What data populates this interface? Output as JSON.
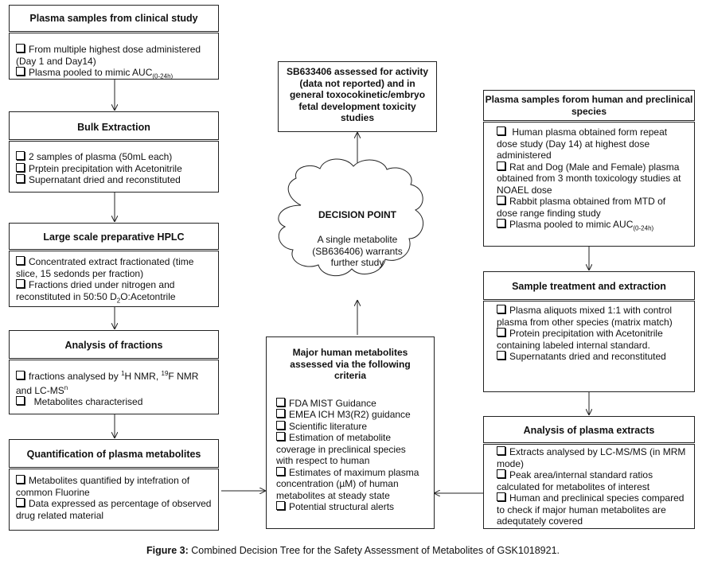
{
  "left": {
    "b1": {
      "title": "Plasma samples from clinical study",
      "items": [
        "From multiple highest dose administered (Day 1 and Day14)",
        "Plasma pooled to mimic AUC"
      ],
      "auc_sub": "(0-24h)"
    },
    "b2": {
      "title": "Bulk Extraction",
      "items": [
        "2 samples of plasma (50mL each)",
        "Prptein precipitation with Acetonitrile",
        "Supernatant dried and reconstituted"
      ]
    },
    "b3": {
      "title": "Large scale preparative HPLC",
      "item1": "Concentrated extract fractionated (time slice, 15 sedonds per fraction)",
      "item2_a": "Fractions dried under nitrogen and reconstituted in 50:50 D",
      "item2_sub": "2",
      "item2_b": "O:Acetontrile"
    },
    "b4": {
      "title": "Analysis of fractions",
      "a1": "fractions analysed by ",
      "sup1": "1",
      "a2": "H NMR, ",
      "sup2": "19",
      "a3": "F NMR and LC-MS",
      "sup3": "n",
      "item2": "Metabolites characterised"
    },
    "b5": {
      "title": "Quantification of plasma metabolites",
      "items": [
        "Metabolites quantified by intefration of common Fluorine",
        "Data expressed as percentage of observed drug related material"
      ]
    }
  },
  "center": {
    "top": {
      "title": "SB633406 assessed for activity (data not reported) and in general toxocokinetic/embryo fetal development toxicity studies"
    },
    "cloud": {
      "title": "DECISION POINT",
      "text": "A single metabolite (SB636406) warrants further study"
    },
    "major": {
      "title": "Major human metabolites assessed via the following criteria",
      "items": [
        "FDA MIST Guidance",
        "EMEA ICH M3(R2) guidance",
        "Scientific literature",
        "Estimation of metabolite coverage in preclinical species with respect to human",
        "Estimates of maximum plasma concentration (µM) of human metabolites at steady state",
        "Potential structural alerts"
      ]
    }
  },
  "right": {
    "r1": {
      "title": "Plasma samples forom human and preclinical species",
      "items": [
        "Human plasma obtained form repeat dose study (Day 14) at highest dose administered",
        "Rat and Dog (Male and Female) plasma obtained from 3 month toxicology studies at NOAEL dose",
        "Rabbit plasma obtained from MTD of dose range finding study",
        "Plasma pooled to mimic AUC"
      ],
      "auc_sub": "(0-24h)"
    },
    "r2": {
      "title": "Sample treatment and extraction",
      "items": [
        "Plasma aliquots mixed 1:1 with control plasma from other species (matrix match)",
        "Protein precipitation with Acetonitrile containing labeled internal standard.",
        "Supernatants dried and reconstituted"
      ]
    },
    "r3": {
      "title": "Analysis of plasma extracts",
      "items": [
        "Extracts analysed by LC-MS/MS (in MRM mode)",
        "Peak area/internal standard ratios calculated for metabolites of interest",
        "Human and preclinical species compared to check if major human metabolites are adequtately covered"
      ]
    }
  },
  "caption": {
    "label": "Figure 3:",
    "text": " Combined Decision Tree for the Safety Assessment of Metabolites of GSK1018921."
  }
}
